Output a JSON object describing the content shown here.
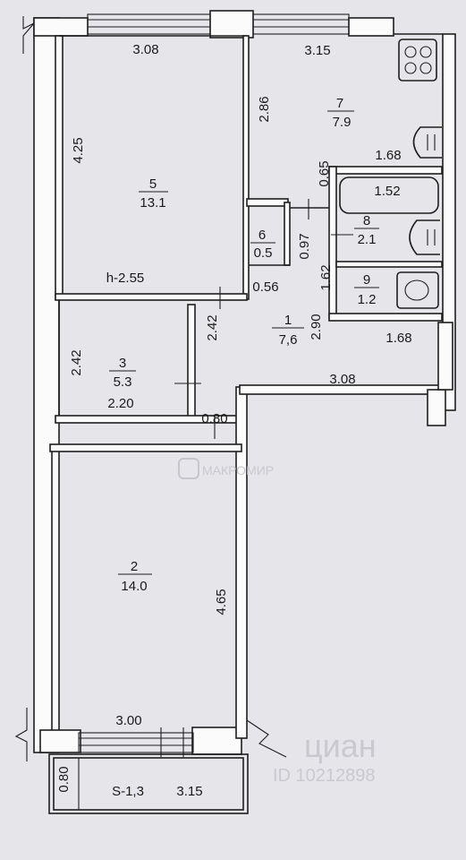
{
  "rooms": [
    {
      "id": "1",
      "area": "7,6"
    },
    {
      "id": "2",
      "area": "14.0"
    },
    {
      "id": "3",
      "area": "5.3"
    },
    {
      "id": "5",
      "area": "13.1"
    },
    {
      "id": "6",
      "area": "0.5"
    },
    {
      "id": "7",
      "area": "7.9"
    },
    {
      "id": "8",
      "area": "2.1"
    },
    {
      "id": "9",
      "area": "1.2"
    }
  ],
  "dimensions": {
    "d308_top": "3.08",
    "d315_top": "3.15",
    "d286": "2.86",
    "d425": "4.25",
    "d168_a": "1.68",
    "d065": "0.65",
    "d152": "1.52",
    "d097": "0.97",
    "d056": "0.56",
    "d162": "1.62",
    "d242_a": "2.42",
    "d290": "2.90",
    "d168_b": "1.68",
    "d242_b": "2.42",
    "d308_mid": "3.08",
    "d220": "2.20",
    "d080_door": "0.80",
    "d465": "4.65",
    "d300": "3.00",
    "d080_balc": "0.80",
    "d315_balc": "3.15"
  },
  "ceiling": "h-2.55",
  "balcony_area": "S-1,3",
  "watermarks": {
    "makromir": "МАКРОМИР",
    "cian": "циан",
    "cian_id": "ID 10212898"
  }
}
